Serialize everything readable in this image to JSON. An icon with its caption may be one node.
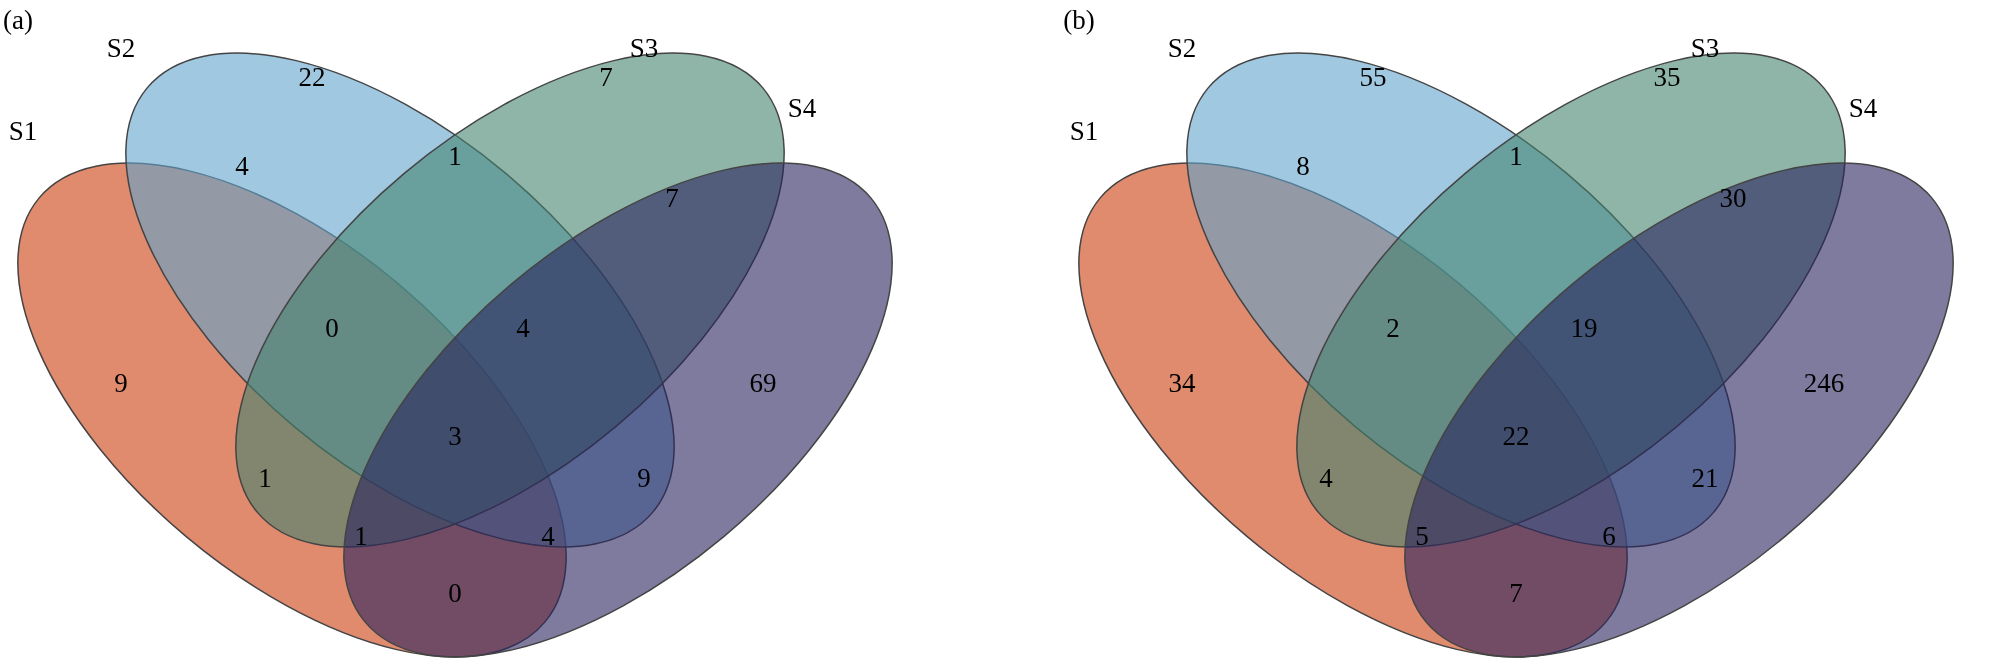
{
  "diagram": {
    "nodes": [
      {
        "text": [
          "S1"
        ]
      },
      {
        "text": [
          "S2"
        ]
      },
      {
        "text": [
          "S3"
        ]
      },
      {
        "text": [
          "S4"
        ]
      },
      {
        "text": [
          "S1"
        ]
      },
      {
        "text": [
          "S2"
        ]
      },
      {
        "text": [
          "S3"
        ]
      },
      {
        "text": [
          "S4"
        ]
      }
    ],
    "labels": [
      "(a)",
      "22",
      "7",
      "4",
      "1",
      "7",
      "0",
      "4",
      "9",
      "69",
      "3",
      "1",
      "9",
      "1",
      "4",
      "0",
      "(b)",
      "55",
      "35",
      "8",
      "1",
      "30",
      "2",
      "19",
      "34",
      "246",
      "22",
      "4",
      "21",
      "5",
      "6",
      "7"
    ]
  }
}
